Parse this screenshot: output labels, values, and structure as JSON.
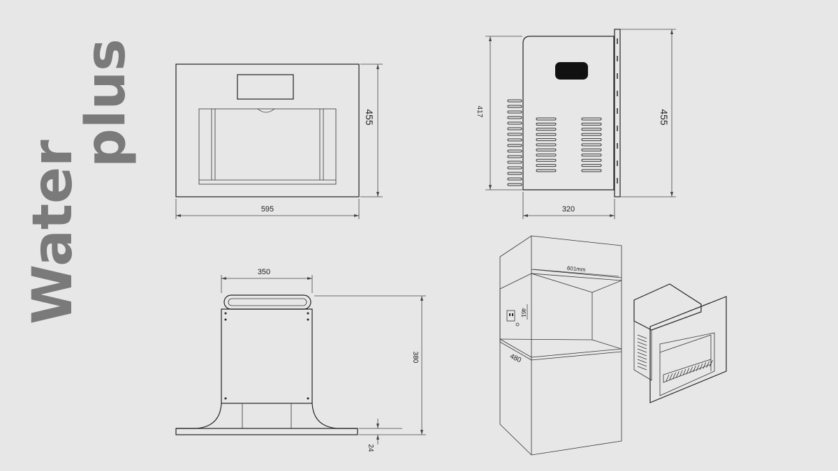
{
  "brand": {
    "word1": "Water",
    "word2": "plus",
    "color": "#7a7a7a"
  },
  "background": "#e7e7e7",
  "front_view": {
    "width_label": "595",
    "height_label": "455"
  },
  "side_view": {
    "depth_label": "320",
    "height_label": "455",
    "inner_height_label": "417"
  },
  "top_view": {
    "width_label": "350",
    "depth_label": "380",
    "base_label": "24"
  },
  "install_view": {
    "cabinet_width_label": "601mm",
    "opening_height_label": "461",
    "depth_label": "480"
  }
}
